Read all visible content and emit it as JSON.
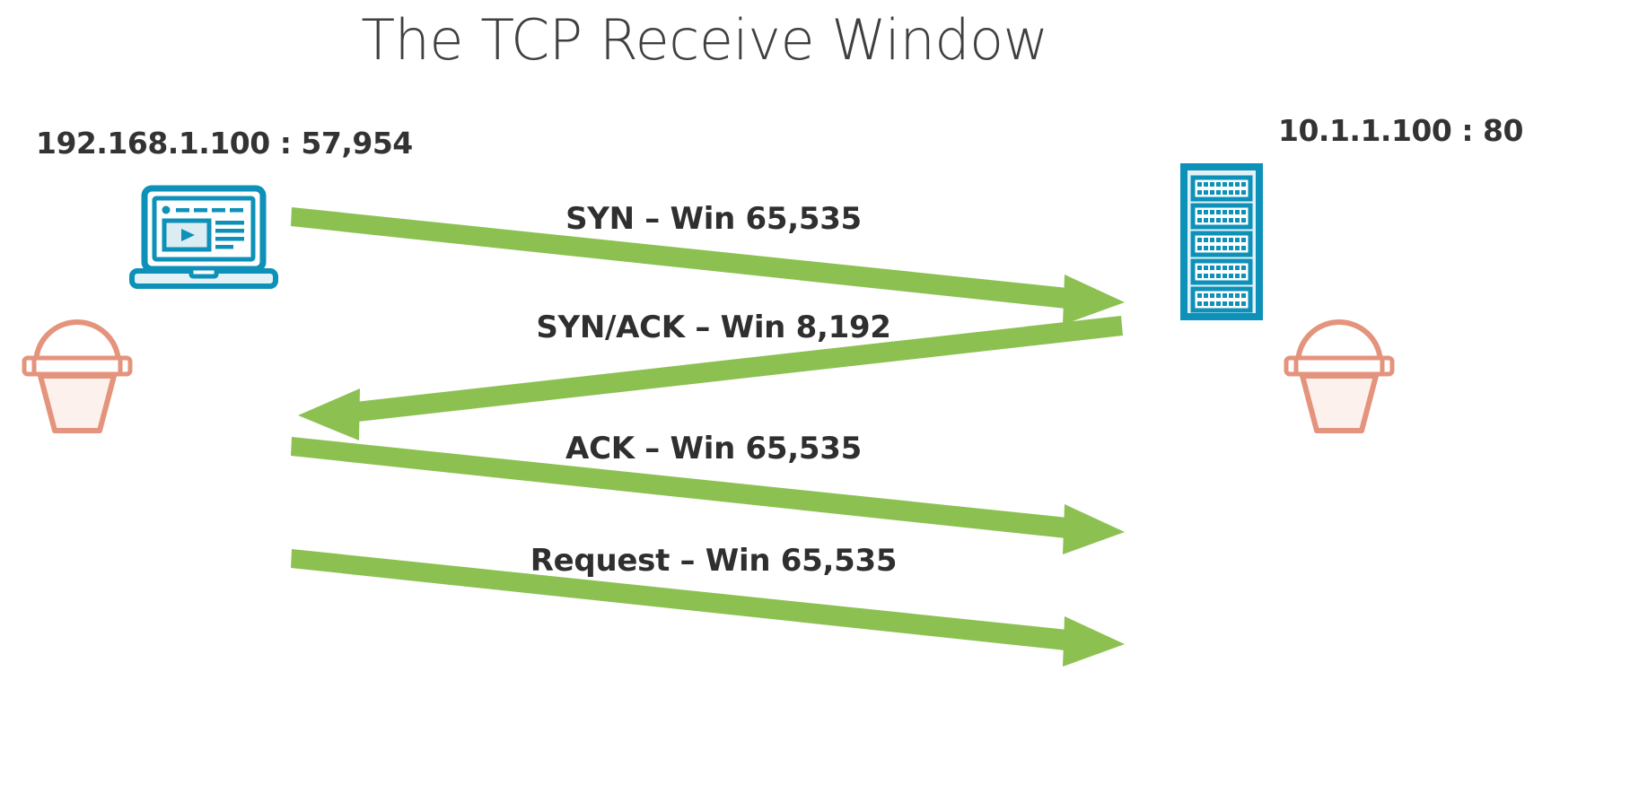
{
  "slide": {
    "title": "The TCP Receive Window",
    "background_color": "#ffffff"
  },
  "colors": {
    "title_text": "#3f3f3f",
    "label_text": "#333333",
    "arrow_green": "#8cc152",
    "device_teal": "#0d91b8",
    "device_teal_fill": "#e3f2f7",
    "bucket_salmon": "#e4937c",
    "bucket_fill": "#fdf1ee"
  },
  "endpoints": [
    {
      "id": "client",
      "address": "192.168.1.100 : 57,954",
      "icon": "laptop-icon",
      "bucket_icon": "bucket-icon"
    },
    {
      "id": "server",
      "address": "10.1.1.100 : 80",
      "icon": "server-rack-icon",
      "bucket_icon": "bucket-icon"
    }
  ],
  "flows": [
    {
      "label": "SYN – Win 65,535",
      "direction": "client-to-server",
      "window_size": 65535,
      "from": "client",
      "to": "server"
    },
    {
      "label": "SYN/ACK – Win 8,192",
      "direction": "server-to-client",
      "window_size": 8192,
      "from": "server",
      "to": "client"
    },
    {
      "label": "ACK – Win 65,535",
      "direction": "client-to-server",
      "window_size": 65535,
      "from": "client",
      "to": "server"
    },
    {
      "label": "Request – Win 65,535",
      "direction": "client-to-server",
      "window_size": 65535,
      "from": "client",
      "to": "server"
    }
  ]
}
